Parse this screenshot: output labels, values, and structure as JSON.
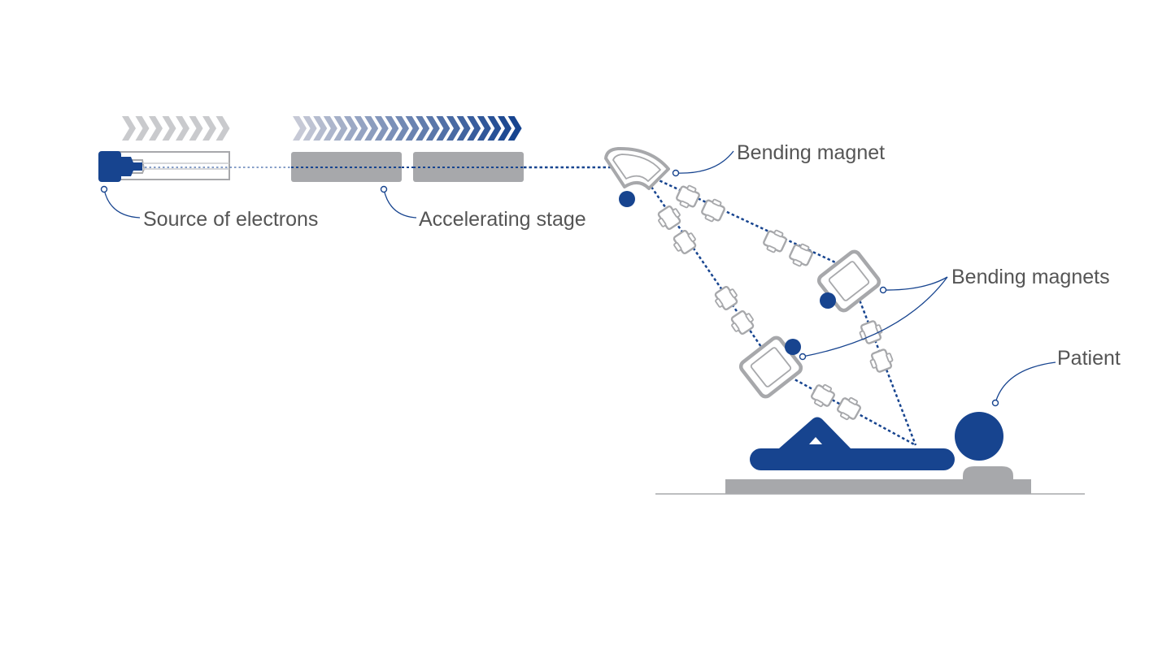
{
  "labels": {
    "source": "Source of electrons",
    "accelerating": "Accelerating stage",
    "bending_magnet": "Bending magnet",
    "bending_magnets": "Bending magnets",
    "patient": "Patient"
  },
  "colors": {
    "beam_blue": "#17448f",
    "gray": "#a7a8ab",
    "label_text": "#555555"
  }
}
